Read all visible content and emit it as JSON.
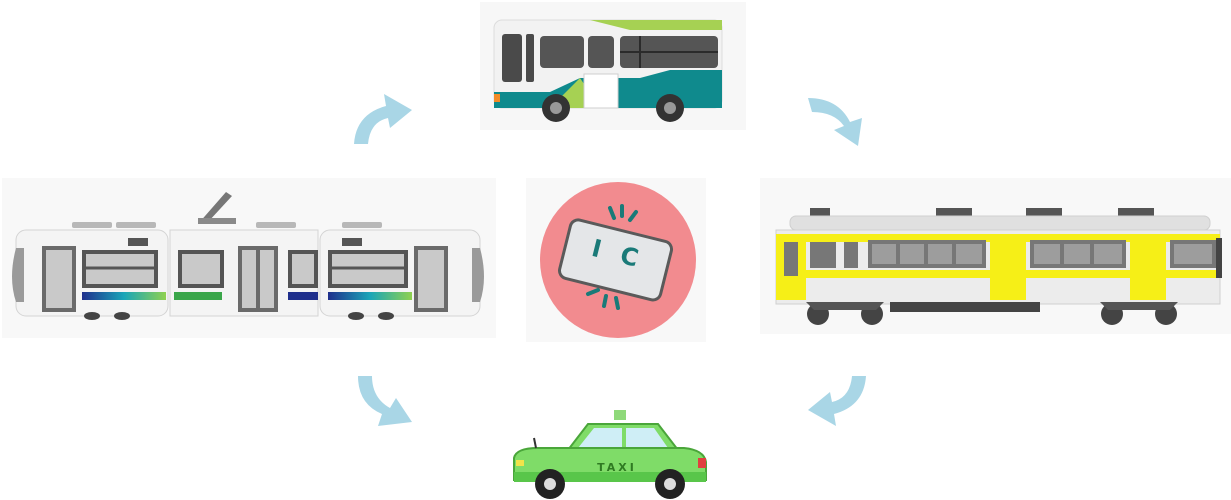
{
  "diagram": {
    "center": {
      "card_text": "I C"
    },
    "nodes": [
      {
        "id": "bus"
      },
      {
        "id": "tram"
      },
      {
        "id": "train"
      },
      {
        "id": "taxi",
        "label": "TAXI"
      }
    ],
    "arrow_color": "#a9d6e6",
    "ic_circle_color": "#f28b8f"
  }
}
